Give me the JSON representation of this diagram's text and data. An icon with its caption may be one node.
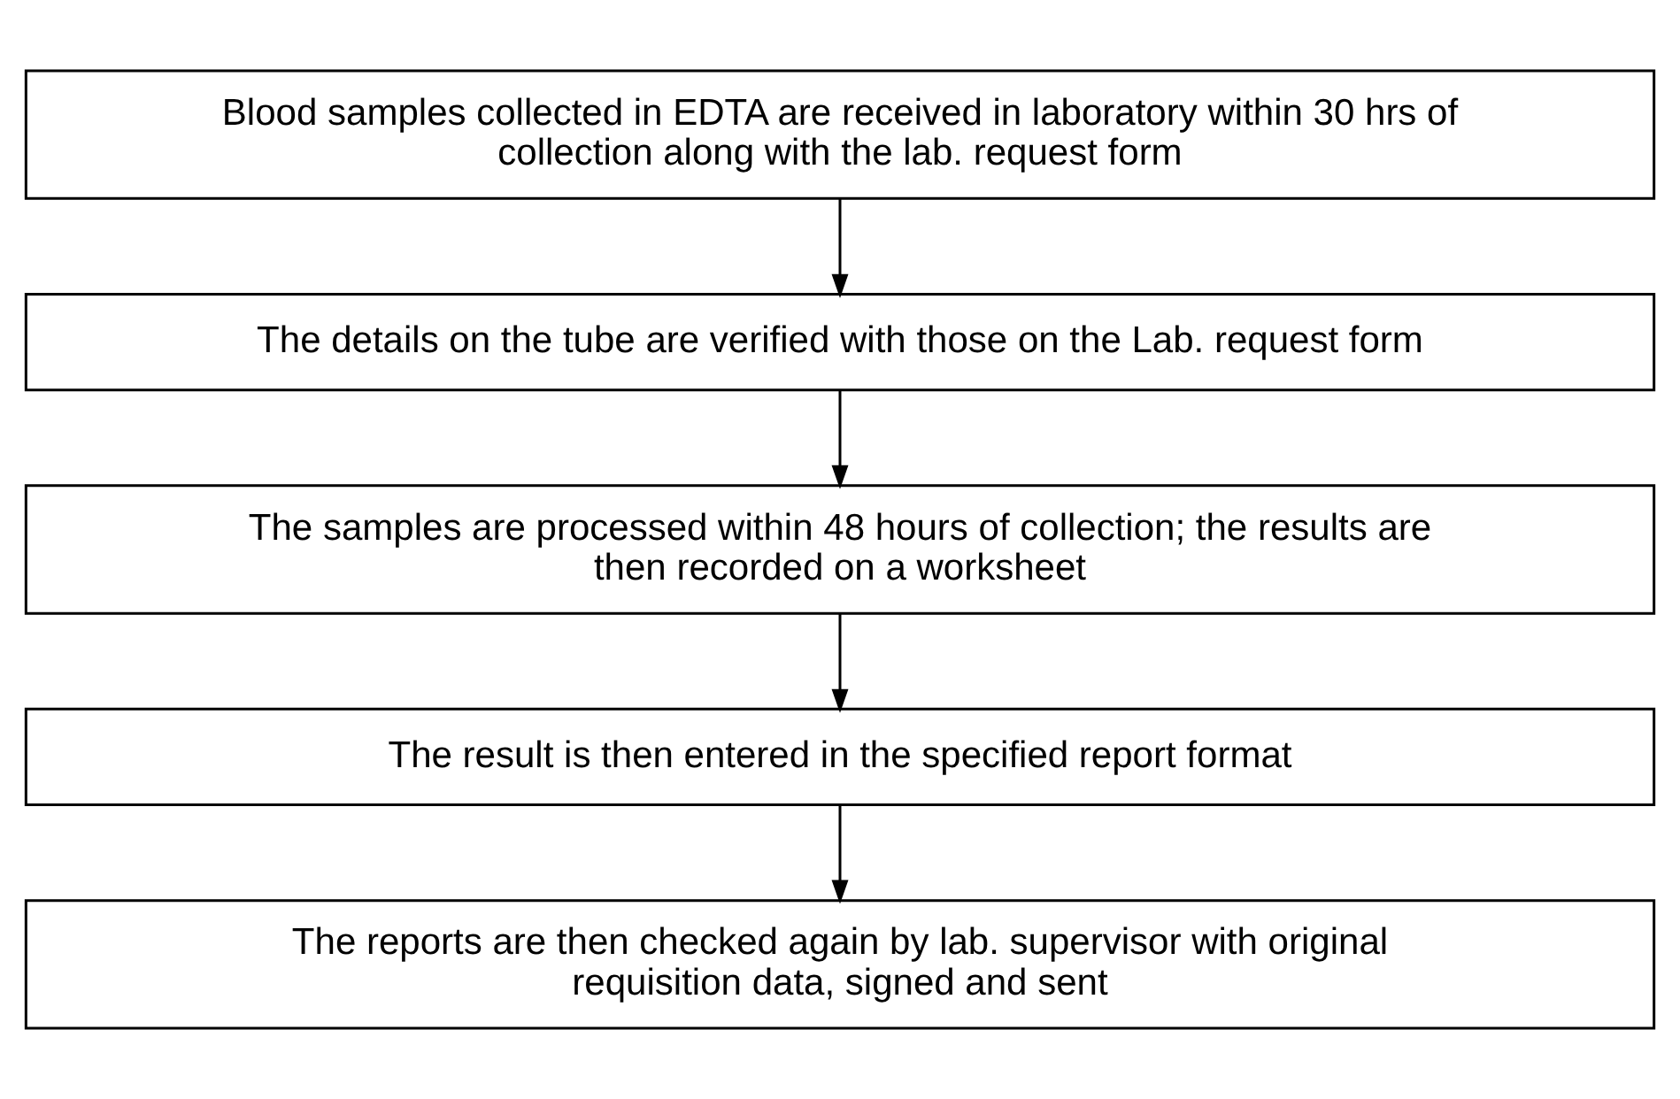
{
  "diagram": {
    "nodes": [
      {
        "text": [
          "Blood samples collected in EDTA are received in laboratory within 30 hrs of collection along with the lab. request form"
        ]
      },
      {
        "text": [
          "The details on the tube are verified with those on the Lab. request form"
        ]
      },
      {
        "text": [
          "The samples are processed within 48 hours of collection; the results are then recorded on a worksheet"
        ]
      },
      {
        "text": [
          "The result is then entered in the specified report format"
        ]
      },
      {
        "text": [
          "The reports are then checked again by lab. supervisor with original requisition data, signed and sent"
        ]
      }
    ],
    "edges": [
      {
        "from": 0,
        "to": 1,
        "arrow": "to"
      },
      {
        "from": 1,
        "to": 2,
        "arrow": "to"
      },
      {
        "from": 2,
        "to": 3,
        "arrow": "to"
      },
      {
        "from": 3,
        "to": 4,
        "arrow": "to"
      }
    ]
  }
}
